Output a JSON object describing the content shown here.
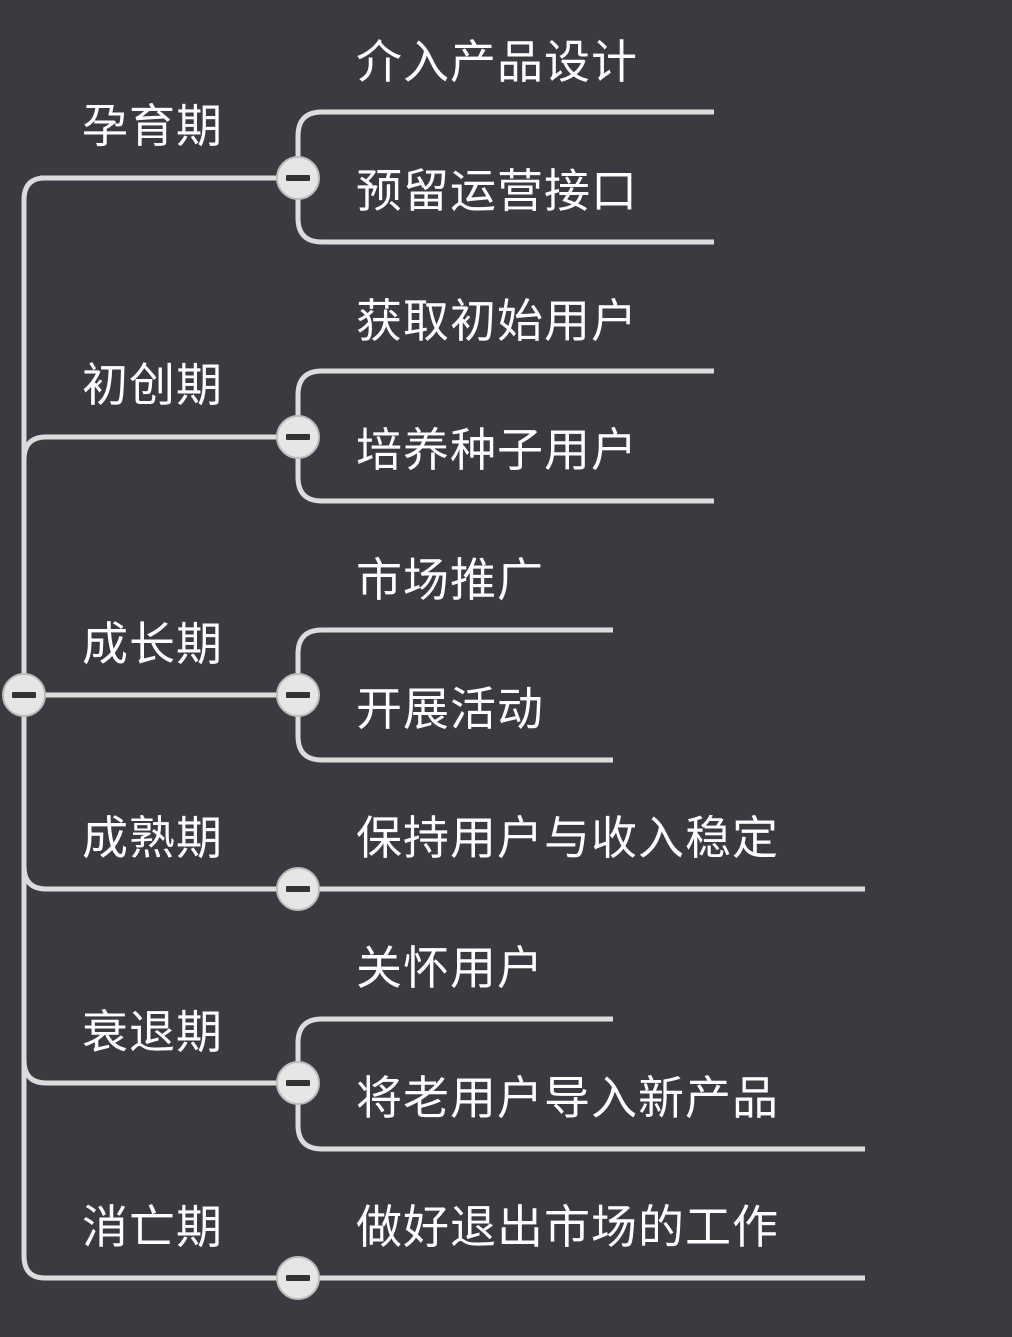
{
  "mindmap": {
    "branches": [
      {
        "label": "孕育期",
        "children": [
          "介入产品设计",
          "预留运营接口"
        ]
      },
      {
        "label": "初创期",
        "children": [
          "获取初始用户",
          "培养种子用户"
        ]
      },
      {
        "label": "成长期",
        "children": [
          "市场推广",
          "开展活动"
        ]
      },
      {
        "label": "成熟期",
        "children": [
          "保持用户与收入稳定"
        ]
      },
      {
        "label": "衰退期",
        "children": [
          "关怀用户",
          "将老用户导入新产品"
        ]
      },
      {
        "label": "消亡期",
        "children": [
          "做好退出市场的工作"
        ]
      }
    ]
  },
  "colors": {
    "background": "#393b40",
    "line": "#dcdcdc",
    "text": "#ffffff",
    "toggle_fill": "#e6e6e6",
    "toggle_minus": "#333333"
  },
  "icons": {
    "toggle": "collapse-minus-icon"
  }
}
